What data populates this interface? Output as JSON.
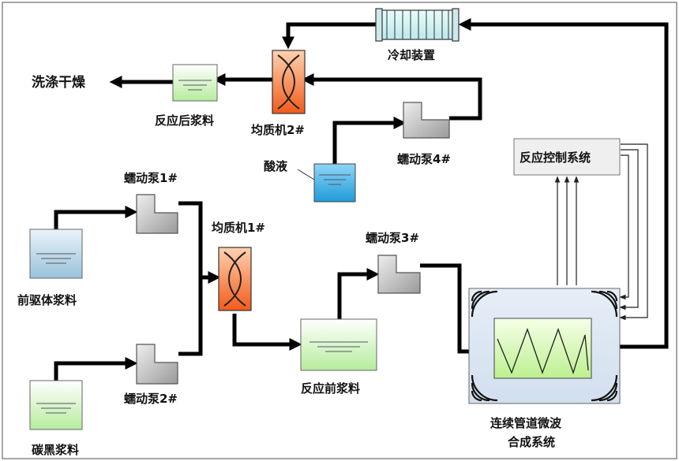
{
  "labels": {
    "cooling": "冷却装置",
    "wash_dry": "洗涤干燥",
    "post_slurry": "反应后浆料",
    "homogenizer2": "均质机2#",
    "acid": "酸液",
    "pump4": "蠕动泵4#",
    "control_system": "反应控制系统",
    "pump1": "蠕动泵1#",
    "homogenizer1": "均质机1#",
    "pump3": "蠕动泵3#",
    "precursor_slurry": "前驱体浆料",
    "pre_slurry": "反应前浆料",
    "pump2": "蠕动泵2#",
    "carbon_slurry": "碳黑浆料",
    "microwave_line1": "连续管道微波",
    "microwave_line2": "合成系统"
  },
  "colors": {
    "pipe": "#000000",
    "homogenizer_fill": "#f26a2a",
    "tank_green": "#c8f0b8",
    "tank_blue_acid": "#2ea8e0",
    "tank_precursor": "#a9cde0",
    "pump_fill": "#b5b5b5",
    "microwave_box": "#dce6f2",
    "control_box": "#eeeeee",
    "cooler": "#dff7f7"
  },
  "icons": {
    "pump": "peristaltic-pump-icon",
    "homogenizer": "homogenizer-icon",
    "cooler": "cooling-coil-icon",
    "microwave": "microwave-emitter-icon"
  }
}
